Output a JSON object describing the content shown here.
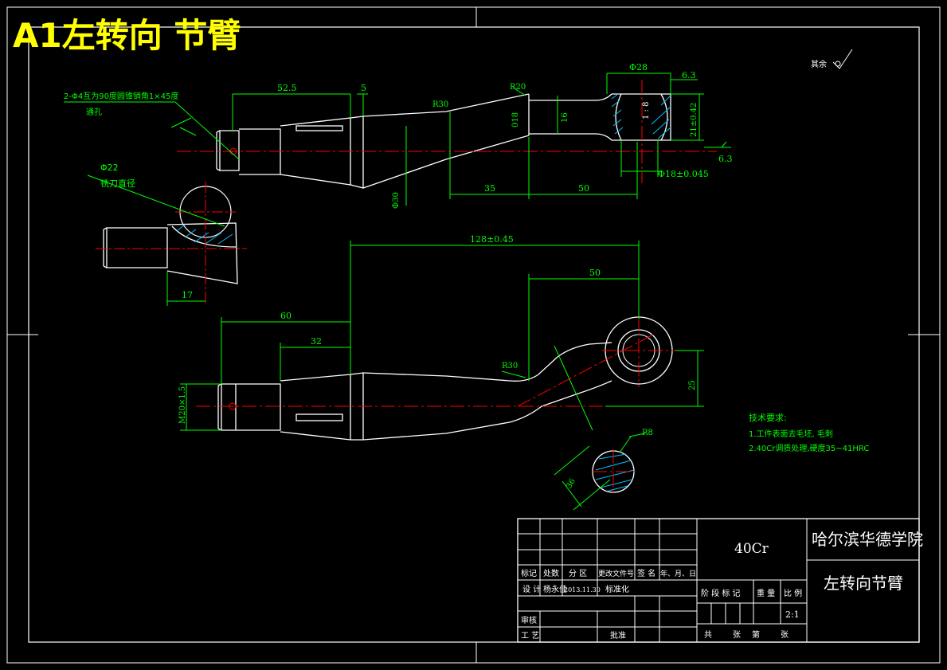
{
  "banner": "A1左转向 节臂",
  "top_view": {
    "hole_note_line1": "2-Φ4互为90度圆锥销角1×45度",
    "hole_note_line2": "通孔",
    "dim_52_5": "52.5",
    "dim_5": "5",
    "r30_upper": "R30",
    "r20": "R20",
    "dim_18": "018",
    "dim_16": "16",
    "taper": "1 : 8",
    "phi28": "Φ28",
    "rough_6_3_top": "6.3",
    "dim_21": "21±0.42",
    "rough_6_3_right": "6.3",
    "phi18": "Φ18±0.045",
    "dim_35": "35",
    "dim_50_top": "50",
    "phi30": "Φ30",
    "rest_mark": "其余"
  },
  "detail_view": {
    "phi22_note": "Φ22",
    "tool_note": "铣刀直径",
    "dim_17": "17"
  },
  "front_view": {
    "dim_128": "128±0.45",
    "dim_50": "50",
    "dim_60": "60",
    "dim_32": "32",
    "r30": "R30",
    "m20": "M20×1.5",
    "dim_25": "25",
    "r8": "R8",
    "dim_36": "36"
  },
  "tech_requirements": {
    "title": "技术要求:",
    "item1": "1.工件表面去毛坯, 毛刺",
    "item2": "2.40Cr调质处理,硬度35~41HRC"
  },
  "title_block": {
    "material": "40Cr",
    "school": "哈尔滨华德学院",
    "part_name": "左转向节臂",
    "hdr_mark": "标记",
    "hdr_count": "处数",
    "hdr_zone": "分 区",
    "hdr_change_doc": "更改文件号",
    "hdr_sign": "签 名",
    "hdr_date": "年、月、日",
    "design_label": "设 计",
    "designer": "杨永佳",
    "design_date": "2013.11.30",
    "standardize": "标准化",
    "review": "审核",
    "process": "工 艺",
    "approve": "批准",
    "stage_mark": "阶 段 标 记",
    "weight": "重 量",
    "scale_label": "比 例",
    "scale_value": "2:1",
    "sheets_total": "共",
    "sheets_word": "张",
    "sheet_no": "第",
    "sheet_word": "张"
  },
  "colors": {
    "background": "#000000",
    "outline": "#ffffff",
    "dimension": "#00ff00",
    "centerline": "#ff0000",
    "hatch": "#00bfff",
    "banner": "#ffff00"
  }
}
